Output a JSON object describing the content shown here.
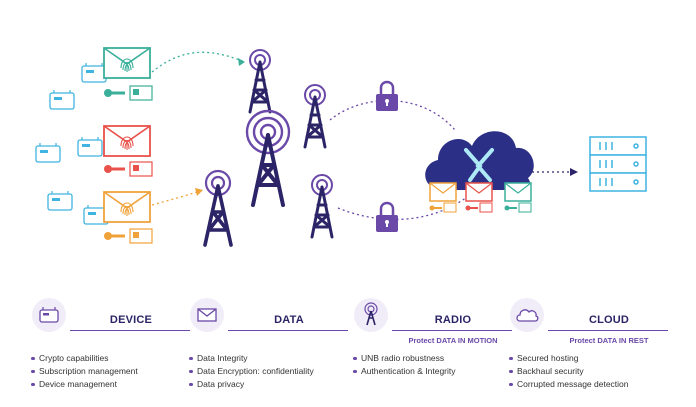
{
  "colors": {
    "purple": "#6a49a8",
    "navy": "#2b2466",
    "green": "#3aaf9a",
    "red": "#e8524a",
    "orange": "#f0a23a",
    "light_blue": "#3fb4e0",
    "cloud": "#2c2f86"
  },
  "diagram": {
    "devices": [
      {
        "name": "device-green",
        "color_key": "green",
        "icon": "fingerprint-envelope-icon"
      },
      {
        "name": "device-red",
        "color_key": "red",
        "icon": "fingerprint-envelope-icon"
      },
      {
        "name": "device-orange",
        "color_key": "orange",
        "icon": "fingerprint-envelope-icon"
      }
    ],
    "cloud_icon": "cloud-logo-icon",
    "server_icon": "server-rack-icon",
    "lock_icon": "padlock-icon"
  },
  "sections": [
    {
      "icon": "device-icon",
      "title": "DEVICE",
      "subtitle": "",
      "items": [
        "Crypto capabilities",
        "Subscription management",
        "Device management"
      ]
    },
    {
      "icon": "envelope-icon",
      "title": "DATA",
      "subtitle": "",
      "items": [
        "Data Integrity",
        "Data Encryption: confidentiality",
        "Data privacy"
      ]
    },
    {
      "icon": "antenna-icon",
      "title": "RADIO",
      "subtitle": "Protect DATA IN MOTION",
      "items": [
        "UNB radio robustness",
        "Authentication & Integrity"
      ]
    },
    {
      "icon": "cloud-icon",
      "title": "CLOUD",
      "subtitle": "Protect DATA IN REST",
      "items": [
        "Secured hosting",
        "Backhaul security",
        "Corrupted message detection"
      ]
    }
  ]
}
